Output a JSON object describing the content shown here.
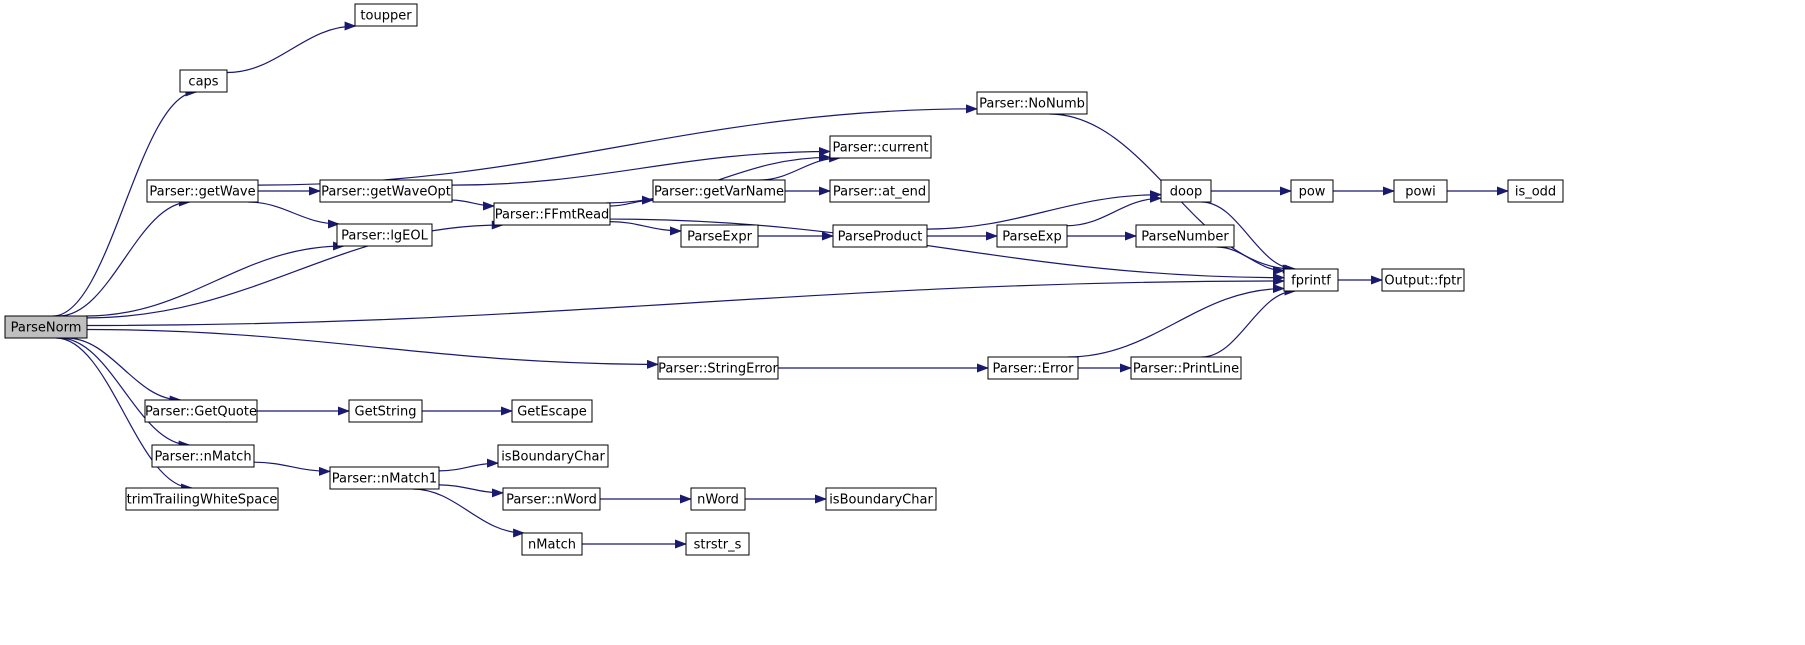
{
  "graph": {
    "edge_color": "#191970",
    "node_fill": "#ffffff",
    "root_fill": "#bfbfbf",
    "root": "ParseNorm",
    "nodes": {
      "ParseNorm": "ParseNorm",
      "caps": "caps",
      "toupper": "toupper",
      "getWave": "Parser::getWave",
      "getWaveOpt": "Parser::getWaveOpt",
      "NoNumb": "Parser::NoNumb",
      "current": "Parser::current",
      "lgEOL": "Parser::lgEOL",
      "FFmtRead": "Parser::FFmtRead",
      "getVarName": "Parser::getVarName",
      "at_end": "Parser::at_end",
      "ParseExpr": "ParseExpr",
      "ParseProduct": "ParseProduct",
      "ParseExp": "ParseExp",
      "ParseNumber": "ParseNumber",
      "doop": "doop",
      "pow": "pow",
      "powi": "powi",
      "is_odd": "is_odd",
      "fprintf": "fprintf",
      "fptr": "Output::fptr",
      "StringError": "Parser::StringError",
      "Error": "Parser::Error",
      "PrintLine": "Parser::PrintLine",
      "GetQuote": "Parser::GetQuote",
      "GetString": "GetString",
      "GetEscape": "GetEscape",
      "nMatchP": "Parser::nMatch",
      "nMatch1": "Parser::nMatch1",
      "isBoundaryChar1": "isBoundaryChar",
      "nWordP": "Parser::nWord",
      "nWord": "nWord",
      "isBoundaryChar2": "isBoundaryChar",
      "nMatch": "nMatch",
      "strstr_s": "strstr_s",
      "trimTrailingWhiteSpace": "trimTrailingWhiteSpace"
    },
    "edges": [
      [
        "ParseNorm",
        "caps"
      ],
      [
        "ParseNorm",
        "getWave"
      ],
      [
        "ParseNorm",
        "lgEOL"
      ],
      [
        "ParseNorm",
        "FFmtRead"
      ],
      [
        "ParseNorm",
        "fprintf"
      ],
      [
        "ParseNorm",
        "StringError"
      ],
      [
        "ParseNorm",
        "GetQuote"
      ],
      [
        "ParseNorm",
        "nMatchP"
      ],
      [
        "ParseNorm",
        "trimTrailingWhiteSpace"
      ],
      [
        "caps",
        "toupper"
      ],
      [
        "getWave",
        "NoNumb"
      ],
      [
        "getWave",
        "getWaveOpt"
      ],
      [
        "getWave",
        "lgEOL"
      ],
      [
        "getWaveOpt",
        "current"
      ],
      [
        "getWaveOpt",
        "FFmtRead"
      ],
      [
        "NoNumb",
        "fprintf"
      ],
      [
        "FFmtRead",
        "current"
      ],
      [
        "FFmtRead",
        "getVarName"
      ],
      [
        "FFmtRead",
        "ParseExpr"
      ],
      [
        "FFmtRead",
        "fprintf"
      ],
      [
        "getVarName",
        "current"
      ],
      [
        "getVarName",
        "at_end"
      ],
      [
        "ParseExpr",
        "ParseProduct"
      ],
      [
        "ParseProduct",
        "doop"
      ],
      [
        "ParseProduct",
        "ParseExp"
      ],
      [
        "ParseExp",
        "doop"
      ],
      [
        "ParseExp",
        "ParseNumber"
      ],
      [
        "ParseNumber",
        "fprintf"
      ],
      [
        "doop",
        "pow"
      ],
      [
        "doop",
        "fprintf"
      ],
      [
        "pow",
        "powi"
      ],
      [
        "powi",
        "is_odd"
      ],
      [
        "fprintf",
        "fptr"
      ],
      [
        "StringError",
        "Error"
      ],
      [
        "Error",
        "PrintLine"
      ],
      [
        "Error",
        "fprintf"
      ],
      [
        "PrintLine",
        "fprintf"
      ],
      [
        "GetQuote",
        "GetString"
      ],
      [
        "GetString",
        "GetEscape"
      ],
      [
        "nMatchP",
        "nMatch1"
      ],
      [
        "nMatch1",
        "isBoundaryChar1"
      ],
      [
        "nMatch1",
        "nWordP"
      ],
      [
        "nMatch1",
        "nMatch"
      ],
      [
        "nWordP",
        "nWord"
      ],
      [
        "nWord",
        "isBoundaryChar2"
      ],
      [
        "nMatch",
        "strstr_s"
      ]
    ]
  }
}
